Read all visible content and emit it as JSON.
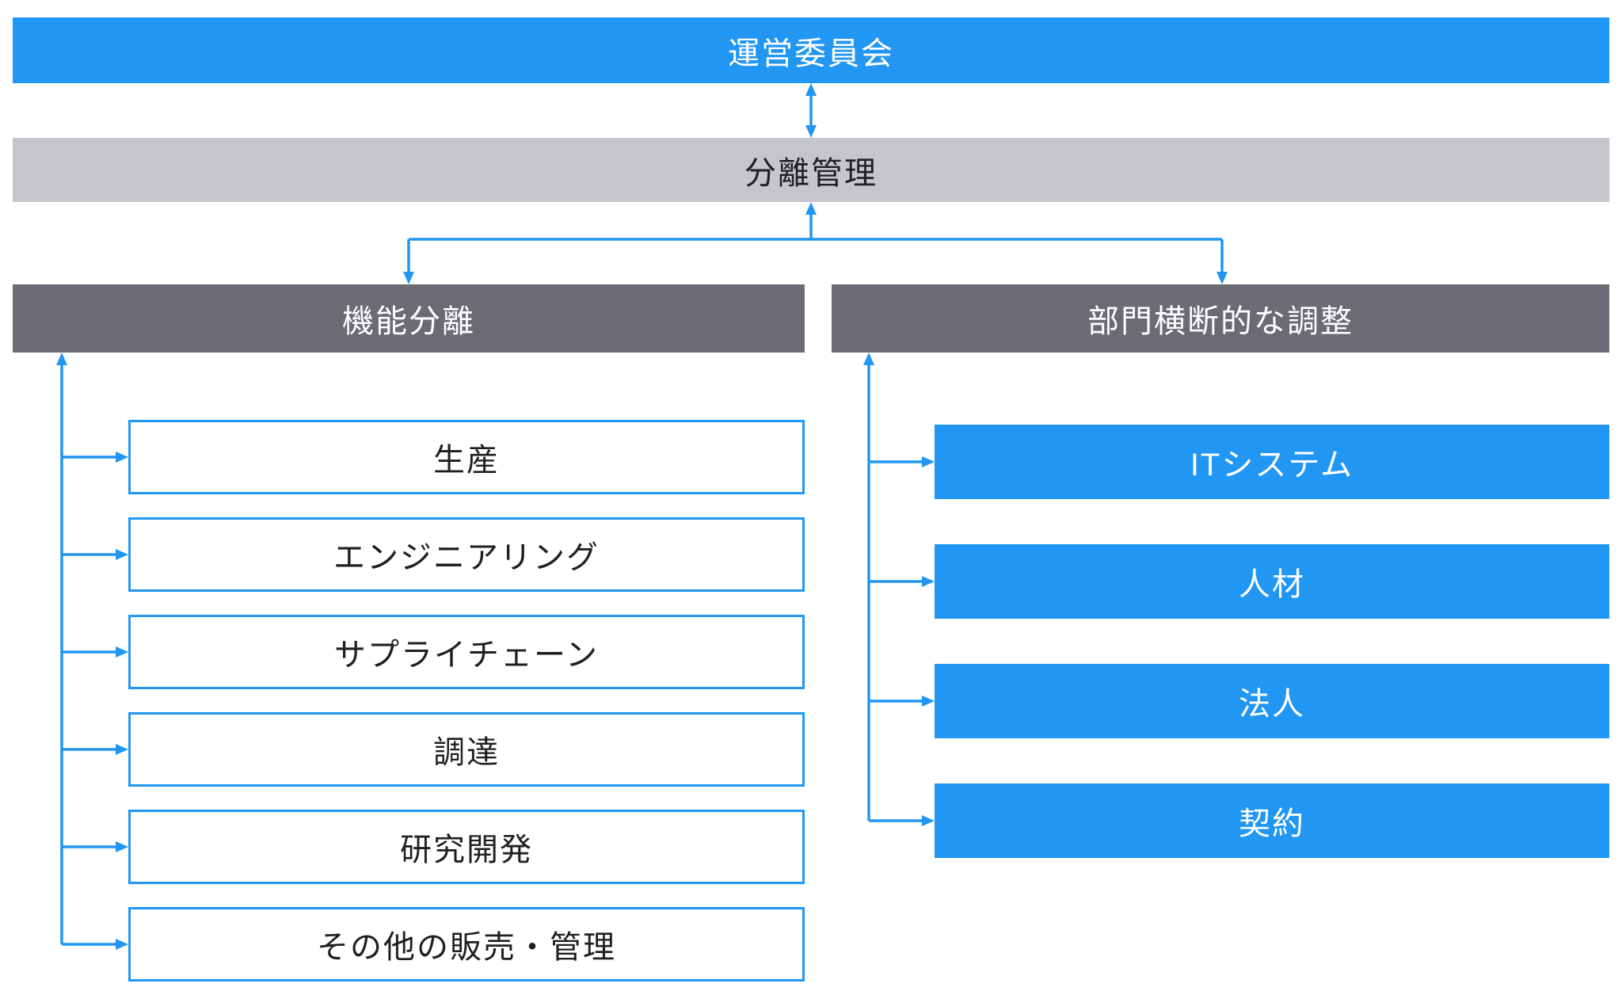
{
  "diagram": {
    "type": "org-flow-chart",
    "nodes": {
      "steering_committee": {
        "label": "運営委員会"
      },
      "separation_management": {
        "label": "分離管理"
      },
      "functional_separation": {
        "label": "機能分離"
      },
      "cross_department_coordination": {
        "label": "部門横断的な調整"
      }
    },
    "functional_items": [
      {
        "label": "生産"
      },
      {
        "label": "エンジニアリング"
      },
      {
        "label": "サプライチェーン"
      },
      {
        "label": "調達"
      },
      {
        "label": "研究開発"
      },
      {
        "label": "その他の販売・管理"
      }
    ],
    "coordination_items": [
      {
        "label": "ITシステム"
      },
      {
        "label": "人材"
      },
      {
        "label": "法人"
      },
      {
        "label": "契約"
      }
    ],
    "edges": [
      {
        "from": "steering_committee",
        "to": "separation_management",
        "arrow": "double-headed-vertical"
      },
      {
        "from": "separation_management",
        "to": "functional_separation",
        "arrow": "fork-down-with-up-arrow-into-parent"
      },
      {
        "from": "separation_management",
        "to": "cross_department_coordination",
        "arrow": "fork-down-with-up-arrow-into-parent"
      },
      {
        "from": "functional_items",
        "to": "functional_separation",
        "arrow": "left-spine-up-with-branches-into-items"
      },
      {
        "from": "coordination_items",
        "to": "cross_department_coordination",
        "arrow": "left-spine-up-with-branches-into-items"
      }
    ]
  },
  "colors": {
    "accent_blue": "#2196F3",
    "light_gray": "#C5C5CC",
    "dark_gray": "#6B6B74",
    "text_dark": "#1F1F23",
    "text_light": "#FFFFFF",
    "background": "#FFFFFF"
  }
}
